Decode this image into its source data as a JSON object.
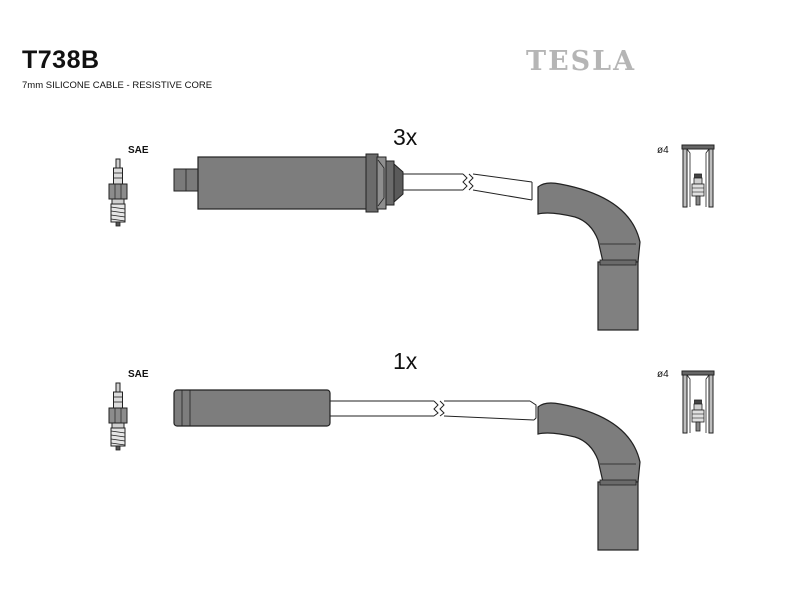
{
  "header": {
    "part_number": "T738B",
    "description": "7mm SILICONE CABLE - RESISTIVE CORE",
    "brand": "TESLA"
  },
  "cables": [
    {
      "quantity_label": "3x",
      "plug_end_label": "SAE",
      "coil_end_label": "ø4"
    },
    {
      "quantity_label": "1x",
      "plug_end_label": "SAE",
      "coil_end_label": "ø4"
    }
  ],
  "colors": {
    "boot_fill": "#7d7d7d",
    "boot_dark": "#5e5e5e",
    "outline": "#2a2a2a",
    "brand_gray": "#b5b5b5"
  }
}
